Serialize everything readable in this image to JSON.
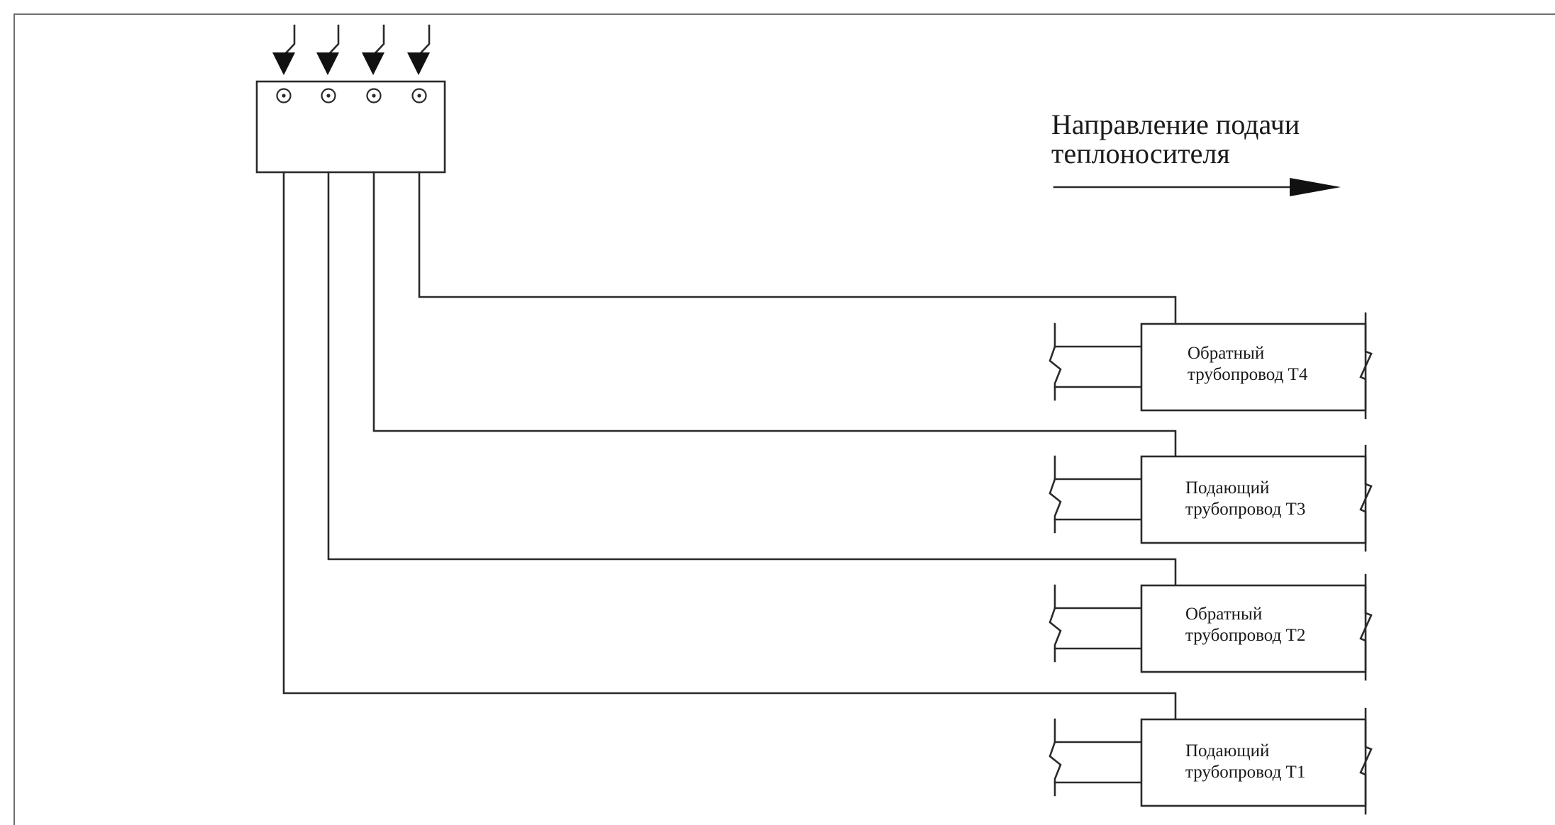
{
  "direction": {
    "line1": "Направление подачи",
    "line2": "теплоносителя"
  },
  "pipes": [
    {
      "label1": "Обратный",
      "label2": "трубопровод Т4"
    },
    {
      "label1": "Подающий",
      "label2": "трубопровод Т3"
    },
    {
      "label1": "Обратный",
      "label2": "трубопровод Т2"
    },
    {
      "label1": "Подающий",
      "label2": "трубопровод Т1"
    }
  ]
}
